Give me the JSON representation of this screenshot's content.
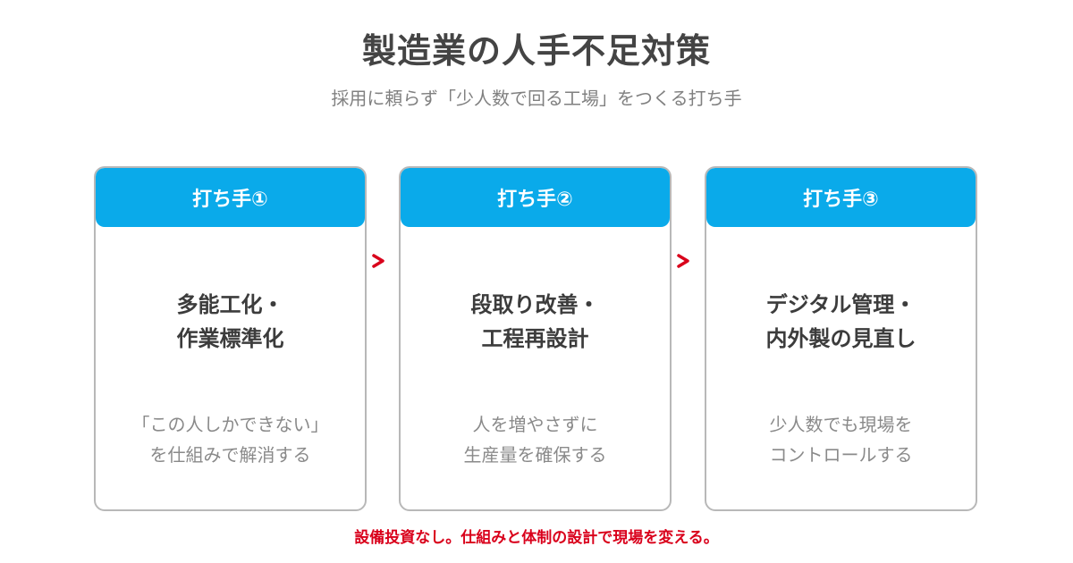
{
  "title": "製造業の人手不足対策",
  "subtitle": "採用に頼らず「少人数で回る工場」をつくる打ち手",
  "cards": [
    {
      "header": "打ち手①",
      "heading_lines": [
        "多能工化・",
        "作業標準化"
      ],
      "desc_lines": [
        "「この人しかできない」",
        "を仕組みで解消する"
      ]
    },
    {
      "header": "打ち手②",
      "heading_lines": [
        "段取り改善・",
        "工程再設計"
      ],
      "desc_lines": [
        "人を増やさずに",
        "生産量を確保する"
      ]
    },
    {
      "header": "打ち手③",
      "heading_lines": [
        "デジタル管理・",
        "内外製の見直し"
      ],
      "desc_lines": [
        "少人数でも現場を",
        "コントロールする"
      ]
    }
  ],
  "footer_note": "設備投資なし。仕組みと体制の設計で現場を変える。",
  "colors": {
    "header_bg": "#0aaaea",
    "arrow": "#d9001b",
    "footer": "#d9001b",
    "card_border": "#b8b8b8"
  },
  "icons": [
    "chevron-right-icon",
    "chevron-right-icon"
  ]
}
